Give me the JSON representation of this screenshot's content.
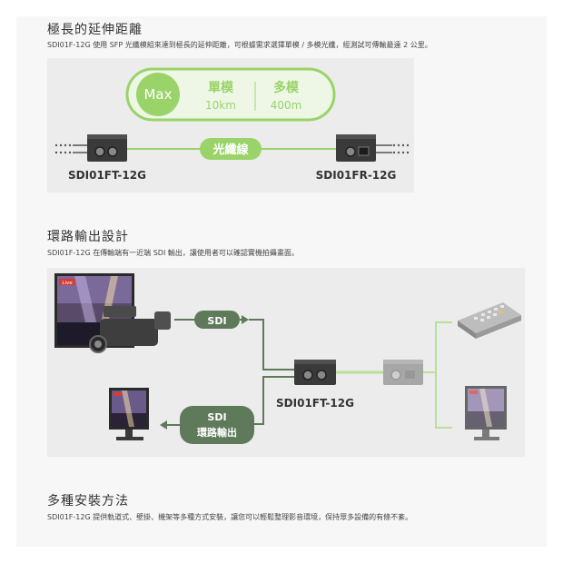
{
  "sections": [
    {
      "title": "極長的延伸距離",
      "desc": "SDI01F-12G 使用 SFP 光纖模組來達到極長的延伸距離，可根據需求選擇單模 / 多模光纖，經測試可傳輸最遠 2 公里。"
    },
    {
      "title": "環路輸出設計",
      "desc": "SDI01F-12G 在傳輸端有一近端 SDI 輸出，讓使用者可以確認實機拍攝畫面。"
    },
    {
      "title": "多種安裝方法",
      "desc": "SDI01F-12G 提供軌道式、壁掛、機架等多種方式安裝，讓您可以輕鬆整理影音環境，保持眾多設備的有條不紊。"
    }
  ],
  "fig1": {
    "max_label": "Max",
    "single_mode": "單模",
    "single_dist": "10km",
    "multi_mode": "多模",
    "multi_dist": "400m",
    "fiber_label": "光纖線",
    "tx_model": "SDI01FT-12G",
    "rx_model": "SDI01FR-12G"
  },
  "fig2": {
    "live_badge": "Live",
    "sdi_label": "SDI",
    "loop_label_1": "SDI",
    "loop_label_2": "環路輸出",
    "tx_model": "SDI01FT-12G"
  },
  "colors": {
    "green": "#9ad36a",
    "dark_green": "#5f7a5a",
    "pale_green": "#e9f5df",
    "figure_bg": "#ececec"
  }
}
